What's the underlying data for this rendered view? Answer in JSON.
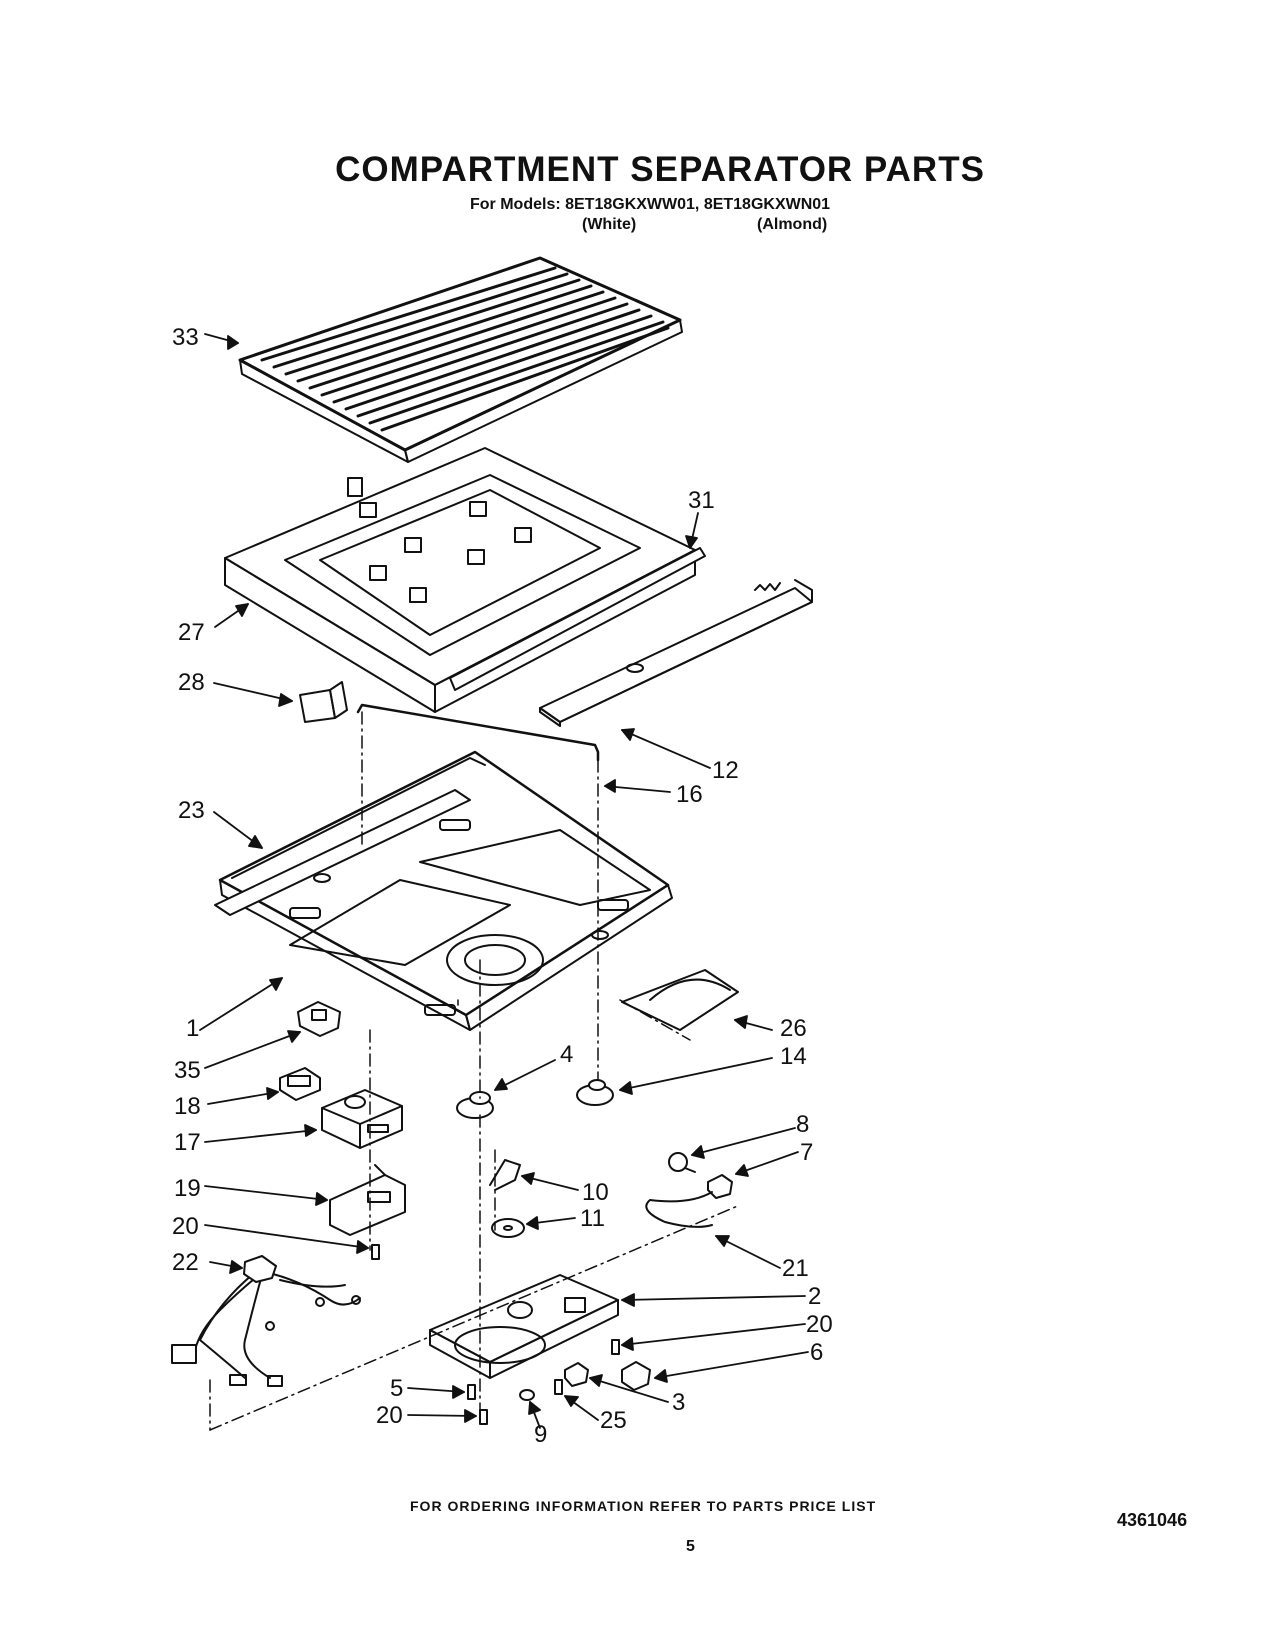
{
  "header": {
    "title": "COMPARTMENT SEPARATOR PARTS",
    "models_line": "For Models: 8ET18GKXWW01, 8ET18GKXWN01",
    "variant_white": "(White)",
    "variant_almond": "(Almond)"
  },
  "callouts": [
    "33",
    "31",
    "27",
    "28",
    "12",
    "16",
    "23",
    "1",
    "26",
    "35",
    "14",
    "4",
    "18",
    "17",
    "8",
    "7",
    "19",
    "10",
    "11",
    "20",
    "22",
    "21",
    "2",
    "20",
    "6",
    "5",
    "3",
    "20",
    "25",
    "9"
  ],
  "footer": {
    "ordering_note": "FOR ORDERING INFORMATION REFER TO PARTS PRICE LIST",
    "page_number": "5",
    "document_number": "4361046"
  }
}
